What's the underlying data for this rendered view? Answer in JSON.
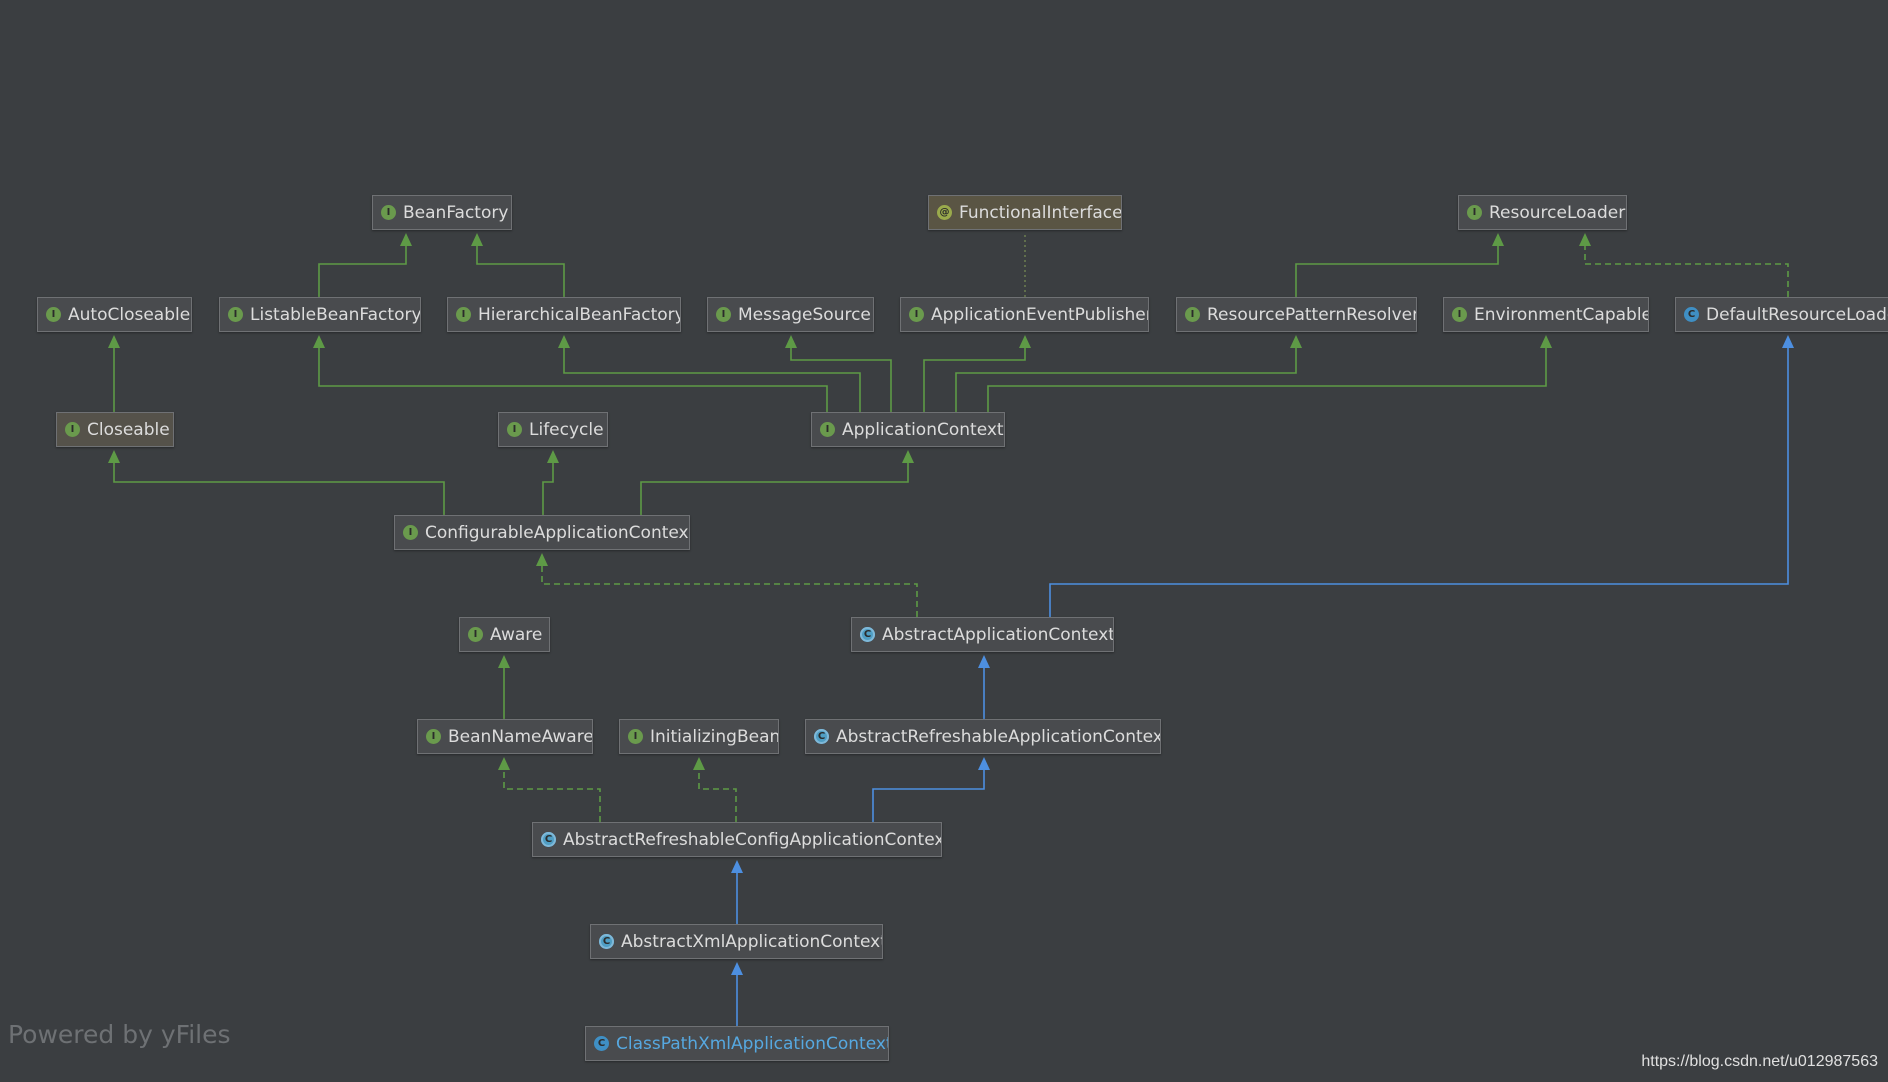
{
  "colors": {
    "extends_interface": "#5e9a46",
    "implements": "#5e9a46",
    "extends_class": "#4d8fe0",
    "annotation_link": "#6a7a50"
  },
  "nodes": {
    "BeanFactory": {
      "label": "BeanFactory",
      "kind": "interface"
    },
    "FunctionalInterface": {
      "label": "FunctionalInterface",
      "kind": "annotation"
    },
    "ResourceLoader": {
      "label": "ResourceLoader",
      "kind": "interface"
    },
    "AutoCloseable": {
      "label": "AutoCloseable",
      "kind": "interface"
    },
    "ListableBeanFactory": {
      "label": "ListableBeanFactory",
      "kind": "interface"
    },
    "HierarchicalBeanFactory": {
      "label": "HierarchicalBeanFactory",
      "kind": "interface"
    },
    "MessageSource": {
      "label": "MessageSource",
      "kind": "interface"
    },
    "ApplicationEventPublisher": {
      "label": "ApplicationEventPublisher",
      "kind": "interface"
    },
    "ResourcePatternResolver": {
      "label": "ResourcePatternResolver",
      "kind": "interface"
    },
    "EnvironmentCapable": {
      "label": "EnvironmentCapable",
      "kind": "interface"
    },
    "DefaultResourceLoader": {
      "label": "DefaultResourceLoader",
      "kind": "class"
    },
    "Closeable": {
      "label": "Closeable",
      "kind": "interface"
    },
    "Lifecycle": {
      "label": "Lifecycle",
      "kind": "interface"
    },
    "ApplicationContext": {
      "label": "ApplicationContext",
      "kind": "interface"
    },
    "ConfigurableApplicationContext": {
      "label": "ConfigurableApplicationContext",
      "kind": "interface"
    },
    "Aware": {
      "label": "Aware",
      "kind": "interface"
    },
    "AbstractApplicationContext": {
      "label": "AbstractApplicationContext",
      "kind": "abstract"
    },
    "BeanNameAware": {
      "label": "BeanNameAware",
      "kind": "interface"
    },
    "InitializingBean": {
      "label": "InitializingBean",
      "kind": "interface"
    },
    "AbstractRefreshableApplicationContext": {
      "label": "AbstractRefreshableApplicationContext",
      "kind": "abstract"
    },
    "AbstractRefreshableConfigApplicationContext": {
      "label": "AbstractRefreshableConfigApplicationContext",
      "kind": "abstract"
    },
    "AbstractXmlApplicationContext": {
      "label": "AbstractXmlApplicationContext",
      "kind": "abstract"
    },
    "ClassPathXmlApplicationContext": {
      "label": "ClassPathXmlApplicationContext",
      "kind": "class",
      "highlight": true
    }
  },
  "edges": [
    {
      "from": "ListableBeanFactory",
      "to": "BeanFactory",
      "type": "extends_interface"
    },
    {
      "from": "HierarchicalBeanFactory",
      "to": "BeanFactory",
      "type": "extends_interface"
    },
    {
      "from": "ApplicationEventPublisher",
      "to": "FunctionalInterface",
      "type": "annotation_link"
    },
    {
      "from": "ResourcePatternResolver",
      "to": "ResourceLoader",
      "type": "extends_interface"
    },
    {
      "from": "DefaultResourceLoader",
      "to": "ResourceLoader",
      "type": "implements"
    },
    {
      "from": "Closeable",
      "to": "AutoCloseable",
      "type": "extends_interface"
    },
    {
      "from": "ApplicationContext",
      "to": "ListableBeanFactory",
      "type": "extends_interface"
    },
    {
      "from": "ApplicationContext",
      "to": "HierarchicalBeanFactory",
      "type": "extends_interface"
    },
    {
      "from": "ApplicationContext",
      "to": "MessageSource",
      "type": "extends_interface"
    },
    {
      "from": "ApplicationContext",
      "to": "ApplicationEventPublisher",
      "type": "extends_interface"
    },
    {
      "from": "ApplicationContext",
      "to": "ResourcePatternResolver",
      "type": "extends_interface"
    },
    {
      "from": "ApplicationContext",
      "to": "EnvironmentCapable",
      "type": "extends_interface"
    },
    {
      "from": "ConfigurableApplicationContext",
      "to": "Closeable",
      "type": "extends_interface"
    },
    {
      "from": "ConfigurableApplicationContext",
      "to": "Lifecycle",
      "type": "extends_interface"
    },
    {
      "from": "ConfigurableApplicationContext",
      "to": "ApplicationContext",
      "type": "extends_interface"
    },
    {
      "from": "AbstractApplicationContext",
      "to": "ConfigurableApplicationContext",
      "type": "implements"
    },
    {
      "from": "AbstractApplicationContext",
      "to": "DefaultResourceLoader",
      "type": "extends_class"
    },
    {
      "from": "BeanNameAware",
      "to": "Aware",
      "type": "extends_interface"
    },
    {
      "from": "AbstractRefreshableApplicationContext",
      "to": "AbstractApplicationContext",
      "type": "extends_class"
    },
    {
      "from": "AbstractRefreshableConfigApplicationContext",
      "to": "BeanNameAware",
      "type": "implements"
    },
    {
      "from": "AbstractRefreshableConfigApplicationContext",
      "to": "InitializingBean",
      "type": "implements"
    },
    {
      "from": "AbstractRefreshableConfigApplicationContext",
      "to": "AbstractRefreshableApplicationContext",
      "type": "extends_class"
    },
    {
      "from": "AbstractXmlApplicationContext",
      "to": "AbstractRefreshableConfigApplicationContext",
      "type": "extends_class"
    },
    {
      "from": "ClassPathXmlApplicationContext",
      "to": "AbstractXmlApplicationContext",
      "type": "extends_class"
    }
  ],
  "footer": {
    "powered_by": "Powered by yFiles",
    "source": "https://blog.csdn.net/u012987563"
  }
}
